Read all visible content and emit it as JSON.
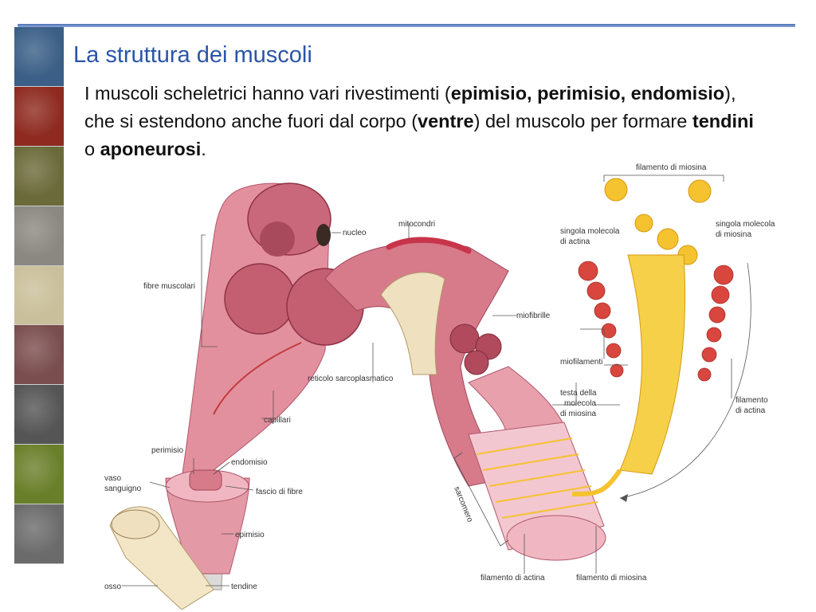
{
  "slide": {
    "title": "La struttura dei muscoli",
    "body": {
      "t1": "I muscoli scheletrici hanno vari rivestimenti (",
      "b1": "epimisio, perimisio, endomisio",
      "t2": "), che si estendono anche fuori dal corpo (",
      "b2": "ventre",
      "t3": ") del muscolo per formare ",
      "b3": "tendini",
      "t4": " o ",
      "b4": "aponeurosi",
      "t5": "."
    }
  },
  "photo_strip": {
    "tiles": [
      {
        "icon": "earth-photo",
        "color": "#3b5f86"
      },
      {
        "icon": "blood-cells-photo",
        "color": "#8e2a20"
      },
      {
        "icon": "butterfly-photo",
        "color": "#6b6a3a"
      },
      {
        "icon": "portrait-photo",
        "color": "#8a8880"
      },
      {
        "icon": "sketches-photo",
        "color": "#c9bf9a"
      },
      {
        "icon": "molecules-photo",
        "color": "#7a4e4e"
      },
      {
        "icon": "experiment-photo",
        "color": "#555555"
      },
      {
        "icon": "flower-photo",
        "color": "#6a7f2a"
      },
      {
        "icon": "group-photo",
        "color": "#6b6b6b"
      }
    ]
  },
  "figure": {
    "labels": {
      "nucleo": "nucleo",
      "mitocondri": "mitocondri",
      "filamento_miosina_top": "filamento di miosina",
      "singola_actina_1": "singola molecola",
      "singola_actina_2": "di actina",
      "singola_miosina_1": "singola molecola",
      "singola_miosina_2": "di miosina",
      "fibre_muscolari": "fibre muscolari",
      "miofibrille": "miofibrille",
      "reticolo": "reticolo sarcoplasmatico",
      "miofilamenti": "miofilamenti",
      "testa_1": "testa della",
      "testa_2": "molecola",
      "testa_3": "di miosina",
      "filamento_actina_r1": "filamento",
      "filamento_actina_r2": "di actina",
      "capillari": "capillari",
      "perimisio": "perimisio",
      "endomisio": "endomisio",
      "vaso_1": "vaso",
      "vaso_2": "sanguigno",
      "fascio": "fascio di fibre",
      "sarcomero": "sarcomero",
      "epimisio": "epimisio",
      "filamento_actina_bottom": "filamento di actina",
      "filamento_miosina_bottom": "filamento di miosina",
      "osso": "osso",
      "tendine": "tendine"
    },
    "colors": {
      "muscle": "#e08a98",
      "muscle_dark": "#b84a5e",
      "section": "#c9687a",
      "myosin": "#f5c230",
      "actin": "#d8463e",
      "bone": "#efe3c0",
      "tendon": "#d9d4d0"
    }
  }
}
